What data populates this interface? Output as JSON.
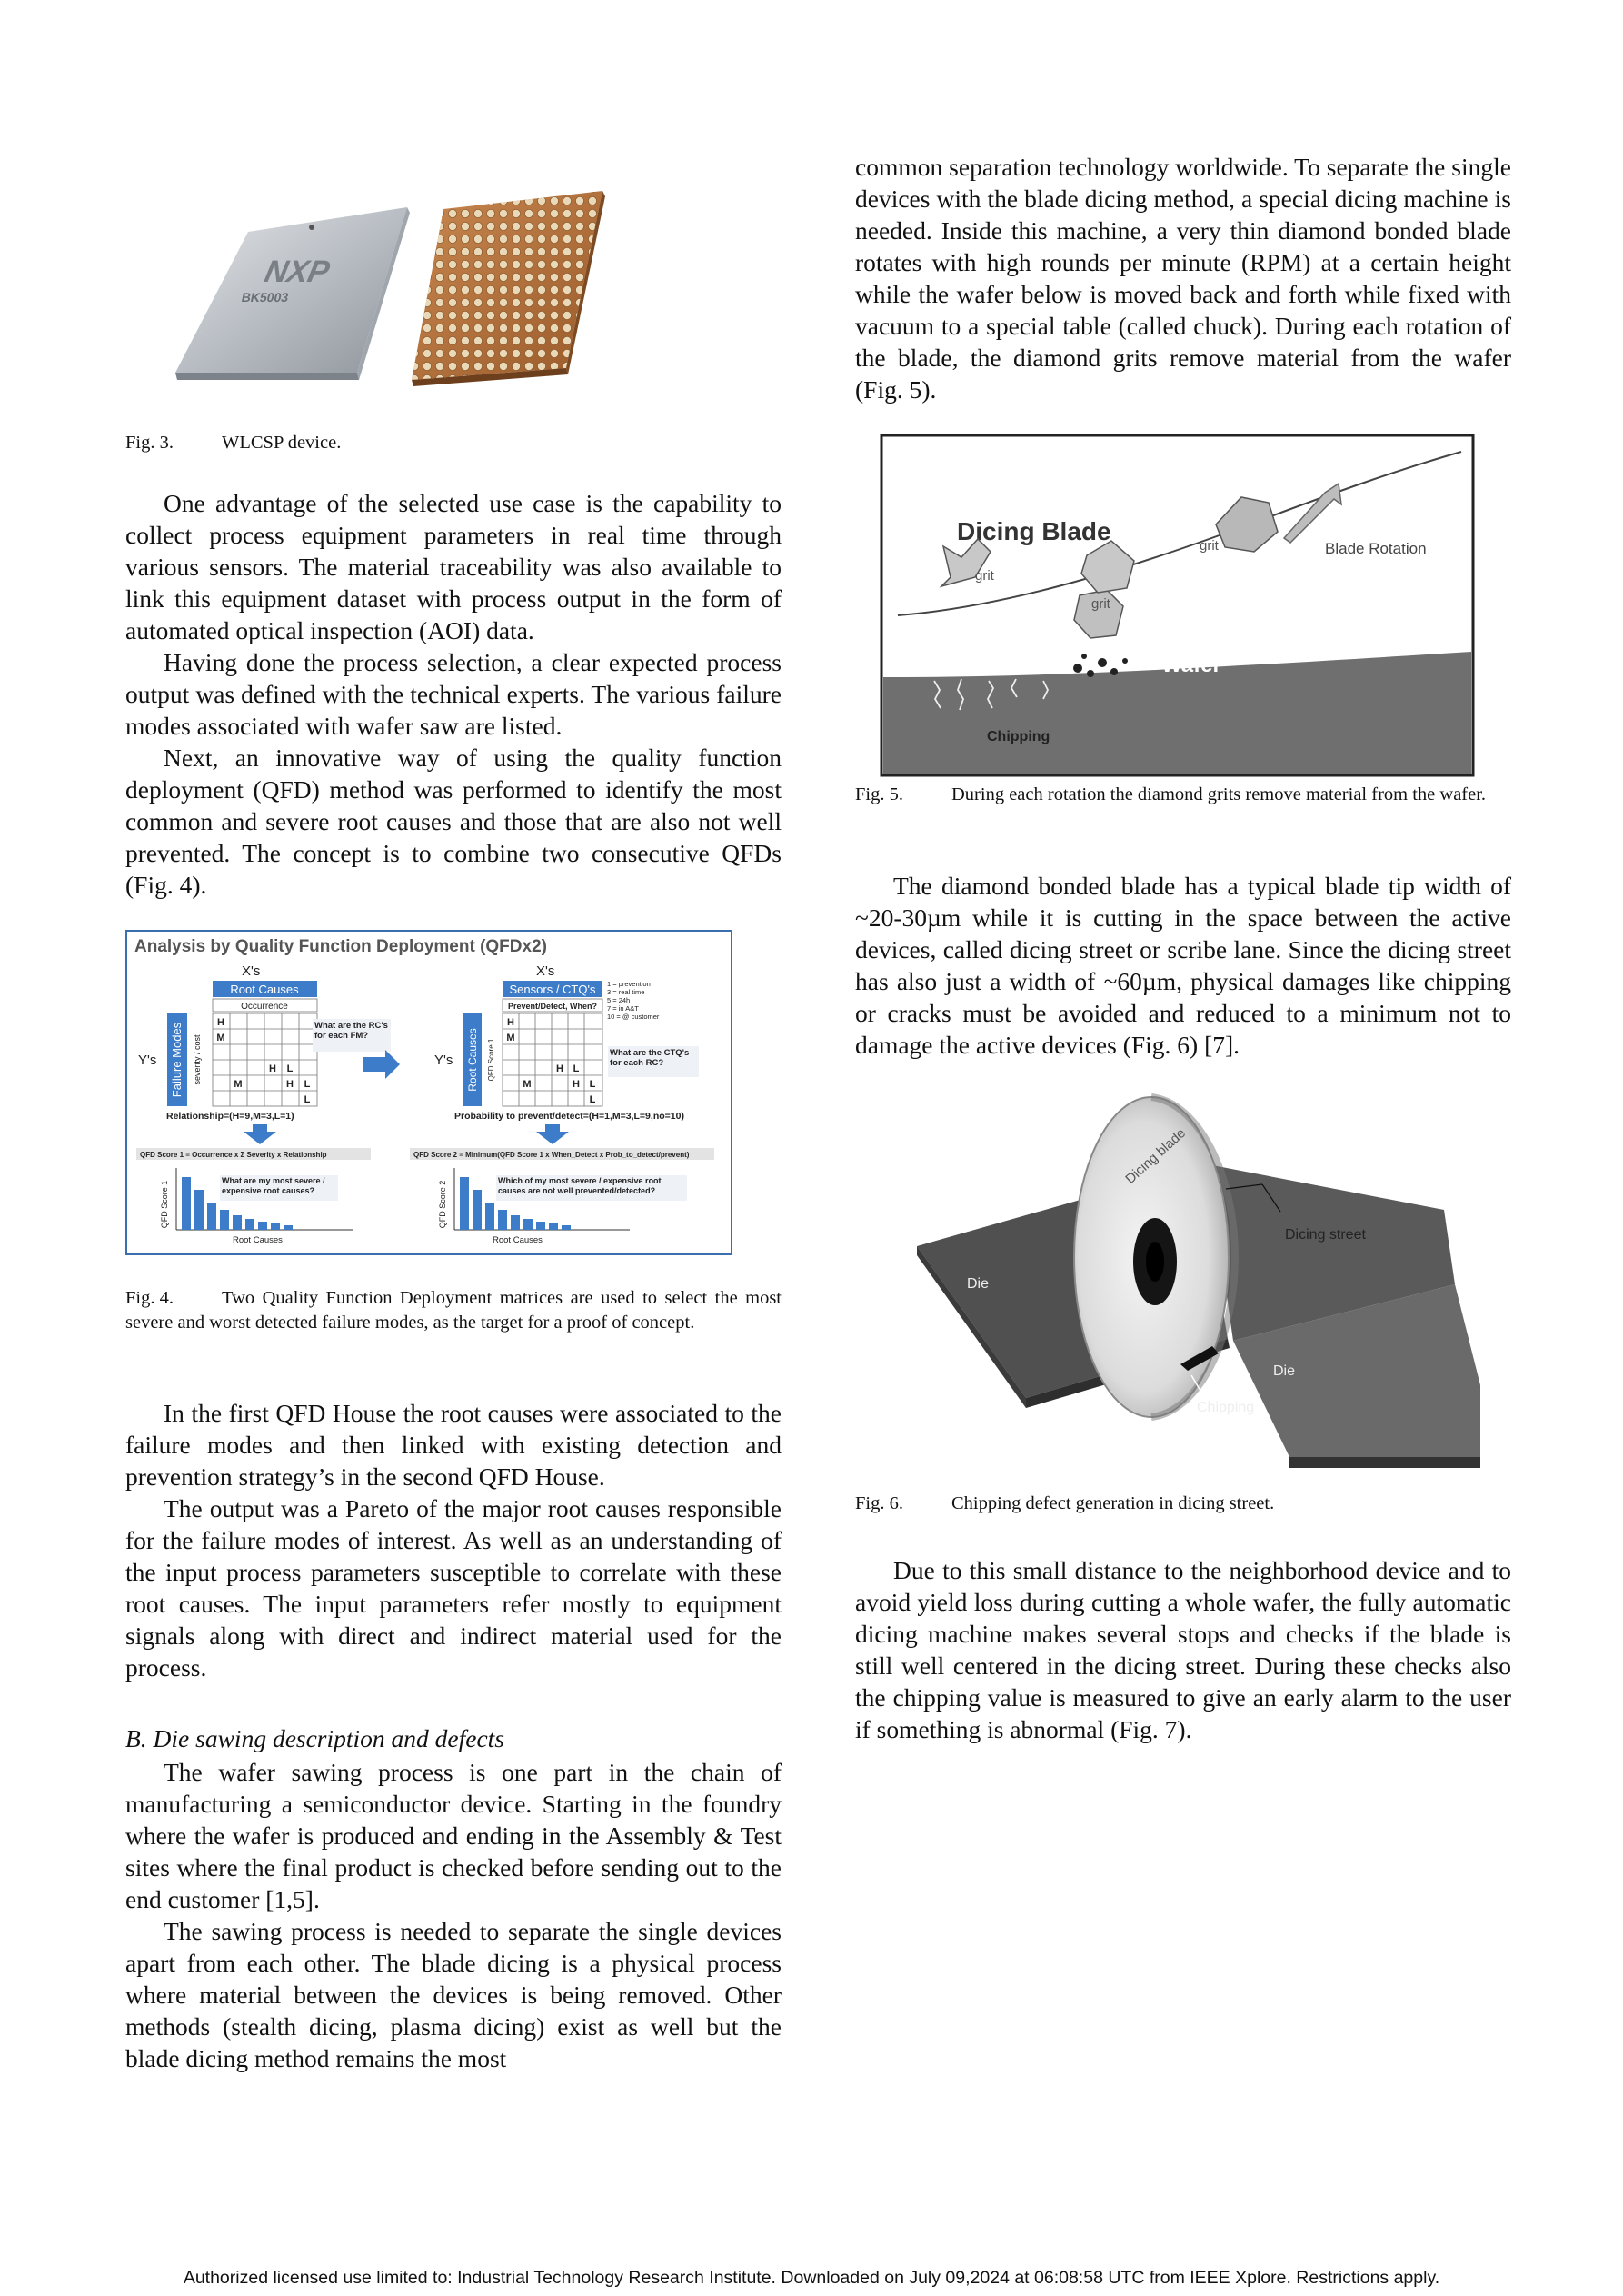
{
  "fig3": {
    "caption_label": "Fig. 3.",
    "caption_text": "WLCSP device.",
    "logo": "NXP",
    "chip_mark": "BK5003"
  },
  "left_paras": [
    "One advantage of the selected use case is the capability to collect process equipment parameters in real time through various sensors. The material traceability was also  available to link this equipment dataset with process output in the form of automated optical inspection (AOI) data.",
    "Having done the process selection, a clear expected process output was defined with the technical experts. The various failure modes associated with wafer saw are listed.",
    "Next, an innovative way of using the quality function deployment (QFD) method was performed to identify the most common and severe root causes and those that are also not well prevented. The concept is to combine two consecutive QFDs (Fig. 4)."
  ],
  "fig4": {
    "title": "Analysis by Quality Function Deployment (QFDx2)",
    "xs": "X's",
    "ys": "Y's",
    "root_causes": "Root Causes",
    "occurrence": "Occurrence",
    "failure_modes": "Failure Modes",
    "severity_cost": "severity / cost",
    "q1": "What are the RC's for each FM?",
    "rel1": "Relationship=(H=9,M=3,L=1)",
    "sensors": "Sensors / CTQ's",
    "prevent": "Prevent/Detect, When?",
    "qfd_score_1": "QFD Score 1",
    "legend": [
      "1 = prevention",
      "3 = real time",
      "5 = 24h",
      "7 = in A&T",
      "10 = @ customer"
    ],
    "q2": "What are the CTQ's for each RC?",
    "rel2": "Probability to prevent/detect=(H=1,M=3,L=9,no=10)",
    "score1_formula": "QFD Score 1 = Occurrence x Σ Severity x Relationship",
    "score2_formula": "QFD Score 2 = Minimum(QFD Score 1 x When_Detect x Prob_to_detect/prevent)",
    "pareto_q1": "What are my most severe / expensive root causes?",
    "pareto_q2": "Which of my most severe / expensive root causes are not well prevented/detected?",
    "qfd_score_2": "QFD Score 2",
    "cell_H": "H",
    "cell_M": "M",
    "cell_L": "L",
    "caption_label": "Fig. 4.",
    "caption_text": "Two Quality Function Deployment matrices are used to select the most severe and worst detected failure modes, as the target for a proof of concept."
  },
  "left_paras_2": [
    "In the first QFD House the root causes were associated to the failure modes and then linked with existing detection and prevention strategy’s in the second QFD House.",
    "The output was a Pareto of the major root causes responsible for the failure modes of interest. As well as an understanding of the input process parameters susceptible to correlate with these root causes. The input parameters refer mostly to equipment signals along with direct and indirect material used for the process."
  ],
  "section_b": "B.  Die sawing description and defects",
  "left_paras_3": [
    "The wafer sawing process is one part in the chain of manufacturing a semiconductor device. Starting in the foundry where the wafer is produced and ending in the Assembly & Test sites where the final product is checked before sending out to the end customer [1,5].",
    "The sawing process is needed to separate the single devices apart from each other. The blade dicing is a physical process where material between the devices is being removed. Other methods (stealth dicing, plasma dicing) exist as well but the blade dicing method remains the most"
  ],
  "right_para_0": "common separation technology worldwide. To separate the single devices with the blade dicing method, a special dicing machine is needed. Inside this machine, a very thin diamond bonded blade rotates with high rounds per minute (RPM) at a certain height while the wafer below is moved back and forth while fixed with vacuum to a special table (called chuck). During each rotation of the blade, the diamond grits remove material from the wafer (Fig. 5).",
  "fig5": {
    "dicing_blade": "Dicing Blade",
    "blade_rotation": "Blade Rotation",
    "grit": "grit",
    "wafer": "Wafer",
    "chipping": "Chipping",
    "caption_label": "Fig. 5.",
    "caption_text": "During each rotation the diamond grits remove material from the wafer."
  },
  "right_para_1": "The diamond bonded blade has a typical blade tip width of ~20-30µm while it is cutting in the space between the active devices, called dicing street or scribe lane. Since the dicing street has also just a width of ~60µm, physical damages like chipping or cracks must be avoided and reduced to a minimum not to damage the active devices (Fig. 6) [7].",
  "fig6": {
    "dicing_blade": "Dicing blade",
    "dicing_street": "Dicing street",
    "die": "Die",
    "chipping": "Chipping",
    "caption_label": "Fig. 6.",
    "caption_text": "Chipping defect generation in dicing street."
  },
  "right_para_2": "Due to this small distance to the neighborhood device and to avoid yield loss during cutting a whole wafer, the fully automatic dicing machine makes several stops and checks if the blade is still well centered in the dicing street. During these checks also the chipping value is measured to give an early alarm to the user if something is abnormal (Fig. 7).",
  "footer": "Authorized licensed use limited to: Industrial Technology Research Institute. Downloaded on July 09,2024 at 06:08:58 UTC from IEEE Xplore.  Restrictions apply."
}
